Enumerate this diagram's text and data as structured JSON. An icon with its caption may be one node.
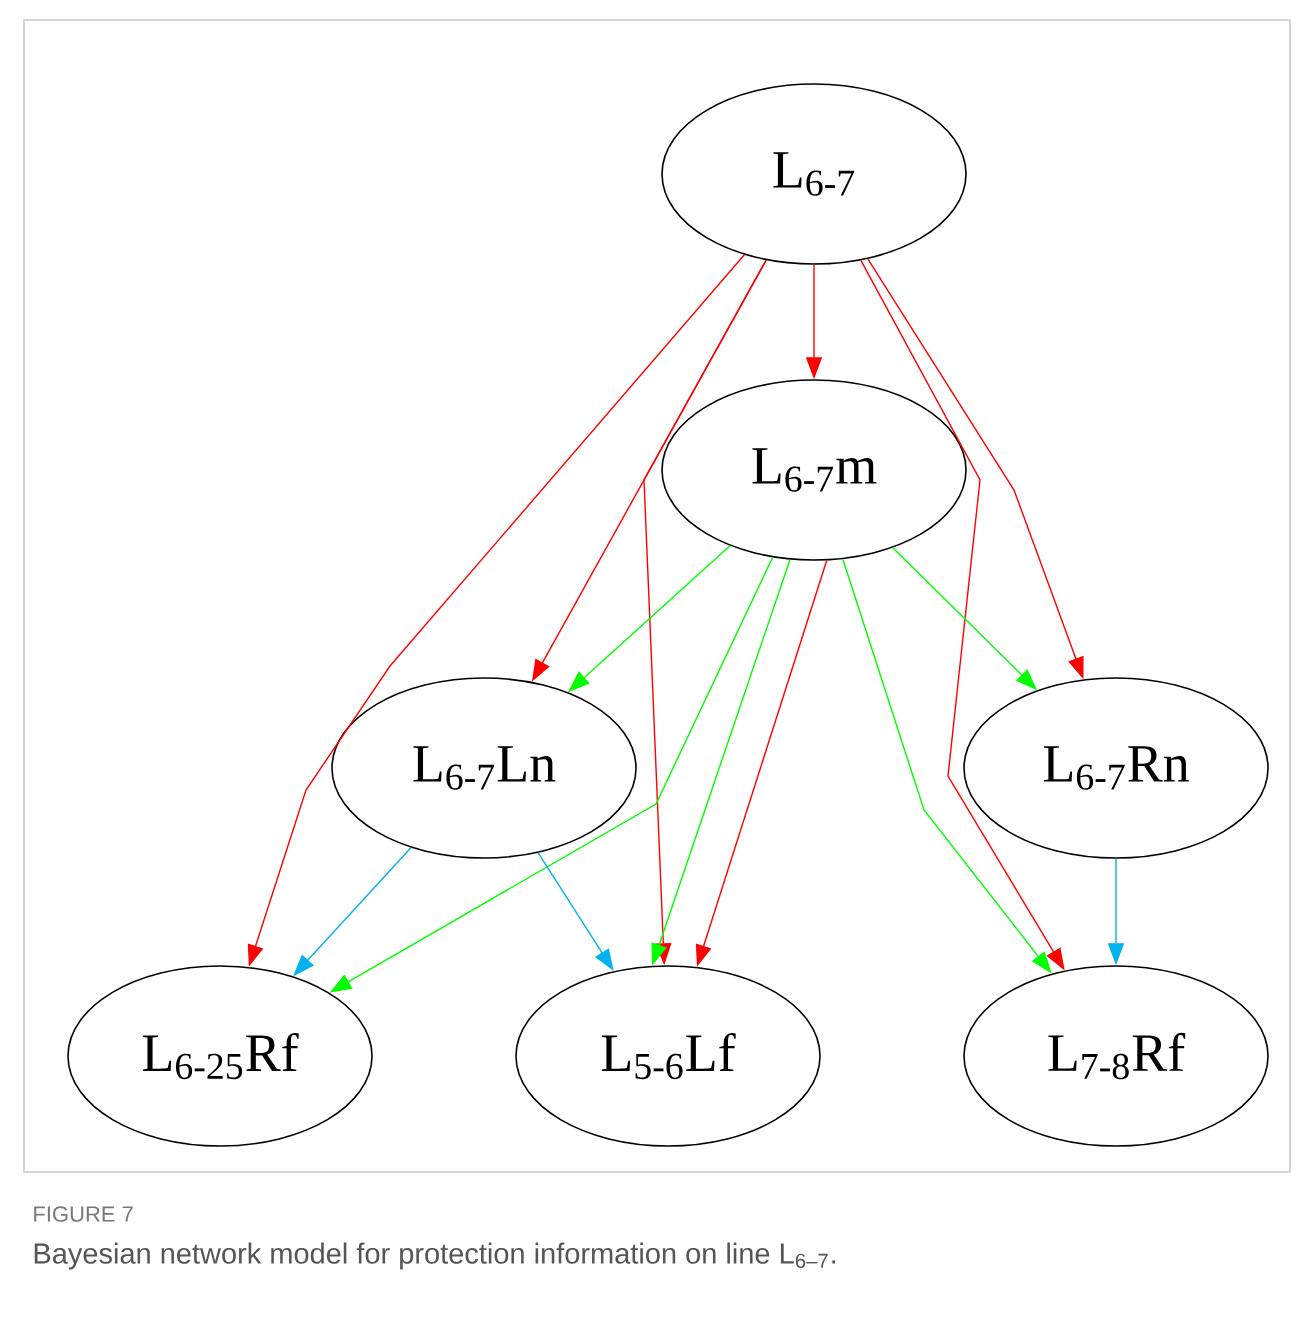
{
  "diagram": {
    "title": "FIGURE 7",
    "caption": "Bayesian network model for protection information on line L$_{6–7}$.",
    "nodes": [
      {
        "text": [
          "L$_{6-7}$"
        ]
      },
      {
        "text": [
          "L$_{6-7}$m"
        ]
      },
      {
        "text": [
          "L$_{6-7}$Ln"
        ]
      },
      {
        "text": [
          "L$_{6-7}$Rn"
        ]
      },
      {
        "text": [
          "L$_{6-25}$Rf"
        ]
      },
      {
        "text": [
          "L$_{5-6}$Lf"
        ]
      },
      {
        "text": [
          "L$_{7-8}$Rf"
        ]
      }
    ],
    "edges": [
      {
        "from": 0,
        "to": 1,
        "arrow": "to",
        "color": "#ff0000"
      },
      {
        "from": 0,
        "to": 2,
        "arrow": "to",
        "color": "#ff0000"
      },
      {
        "from": 0,
        "to": 3,
        "arrow": "to",
        "color": "#ff0000"
      },
      {
        "from": 0,
        "to": 4,
        "arrow": "to",
        "color": "#ff0000"
      },
      {
        "from": 0,
        "to": 5,
        "arrow": "to",
        "color": "#ff0000"
      },
      {
        "from": 0,
        "to": 6,
        "arrow": "to",
        "color": "#ff0000"
      },
      {
        "from": 1,
        "to": 2,
        "arrow": "to",
        "color": "#00ff00"
      },
      {
        "from": 1,
        "to": 3,
        "arrow": "to",
        "color": "#00ff00"
      },
      {
        "from": 1,
        "to": 4,
        "arrow": "to",
        "color": "#00ff00"
      },
      {
        "from": 1,
        "to": 5,
        "arrow": "to",
        "color": "#00ff00"
      },
      {
        "from": 1,
        "to": 6,
        "arrow": "to",
        "color": "#00ff00"
      },
      {
        "from": 1,
        "to": 5,
        "arrow": "to",
        "color": "#ff0000"
      },
      {
        "from": 2,
        "to": 4,
        "arrow": "to",
        "color": "#00b2ee"
      },
      {
        "from": 2,
        "to": 5,
        "arrow": "to",
        "color": "#00b2ee"
      },
      {
        "from": 3,
        "to": 6,
        "arrow": "to",
        "color": "#00b2ee"
      }
    ]
  }
}
